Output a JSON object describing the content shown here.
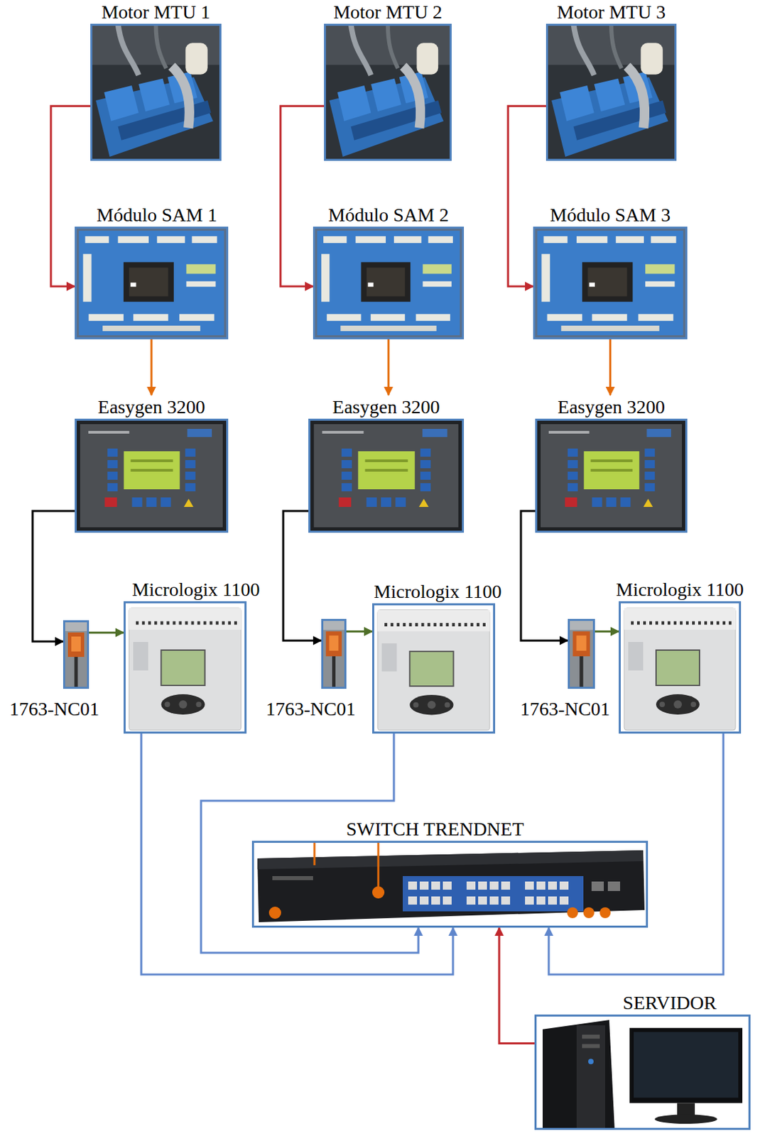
{
  "diagram": {
    "nodes": [
      {
        "text": [
          "Motor MTU 1"
        ]
      },
      {
        "text": [
          "Motor MTU 2"
        ]
      },
      {
        "text": [
          "Motor MTU 3"
        ]
      },
      {
        "text": [
          "Módulo SAM 1"
        ]
      },
      {
        "text": [
          "Módulo SAM 2"
        ]
      },
      {
        "text": [
          "Módulo SAM 3"
        ]
      },
      {
        "text": [
          "Easygen 3200"
        ]
      },
      {
        "text": [
          "Easygen 3200"
        ]
      },
      {
        "text": [
          "Easygen 3200"
        ]
      },
      {
        "text": [
          "1763-NC01"
        ]
      },
      {
        "text": [
          "Micrologix 1100"
        ]
      },
      {
        "text": [
          "1763-NC01"
        ]
      },
      {
        "text": [
          "Micrologix 1100"
        ]
      },
      {
        "text": [
          "1763-NC01"
        ]
      },
      {
        "text": [
          "Micrologix 1100"
        ]
      },
      {
        "text": [
          "SWITCH TRENDNET"
        ]
      },
      {
        "text": [
          "SERVIDOR"
        ]
      }
    ],
    "edges": [
      {
        "from": 0,
        "to": 3,
        "arrow": "to"
      },
      {
        "from": 1,
        "to": 4,
        "arrow": "to"
      },
      {
        "from": 2,
        "to": 5,
        "arrow": "to"
      },
      {
        "from": 3,
        "to": 6,
        "arrow": "to"
      },
      {
        "from": 4,
        "to": 7,
        "arrow": "to"
      },
      {
        "from": 5,
        "to": 8,
        "arrow": "to"
      },
      {
        "from": 6,
        "to": 9,
        "arrow": "to"
      },
      {
        "from": 7,
        "to": 11,
        "arrow": "to"
      },
      {
        "from": 8,
        "to": 13,
        "arrow": "to"
      },
      {
        "from": 9,
        "to": 10,
        "arrow": "to"
      },
      {
        "from": 11,
        "to": 12,
        "arrow": "to"
      },
      {
        "from": 13,
        "to": 14,
        "arrow": "to"
      },
      {
        "from": 10,
        "to": 15,
        "arrow": "to"
      },
      {
        "from": 12,
        "to": 15,
        "arrow": "to"
      },
      {
        "from": 14,
        "to": 15,
        "arrow": "to"
      },
      {
        "from": 16,
        "to": 15,
        "arrow": "to"
      }
    ]
  }
}
